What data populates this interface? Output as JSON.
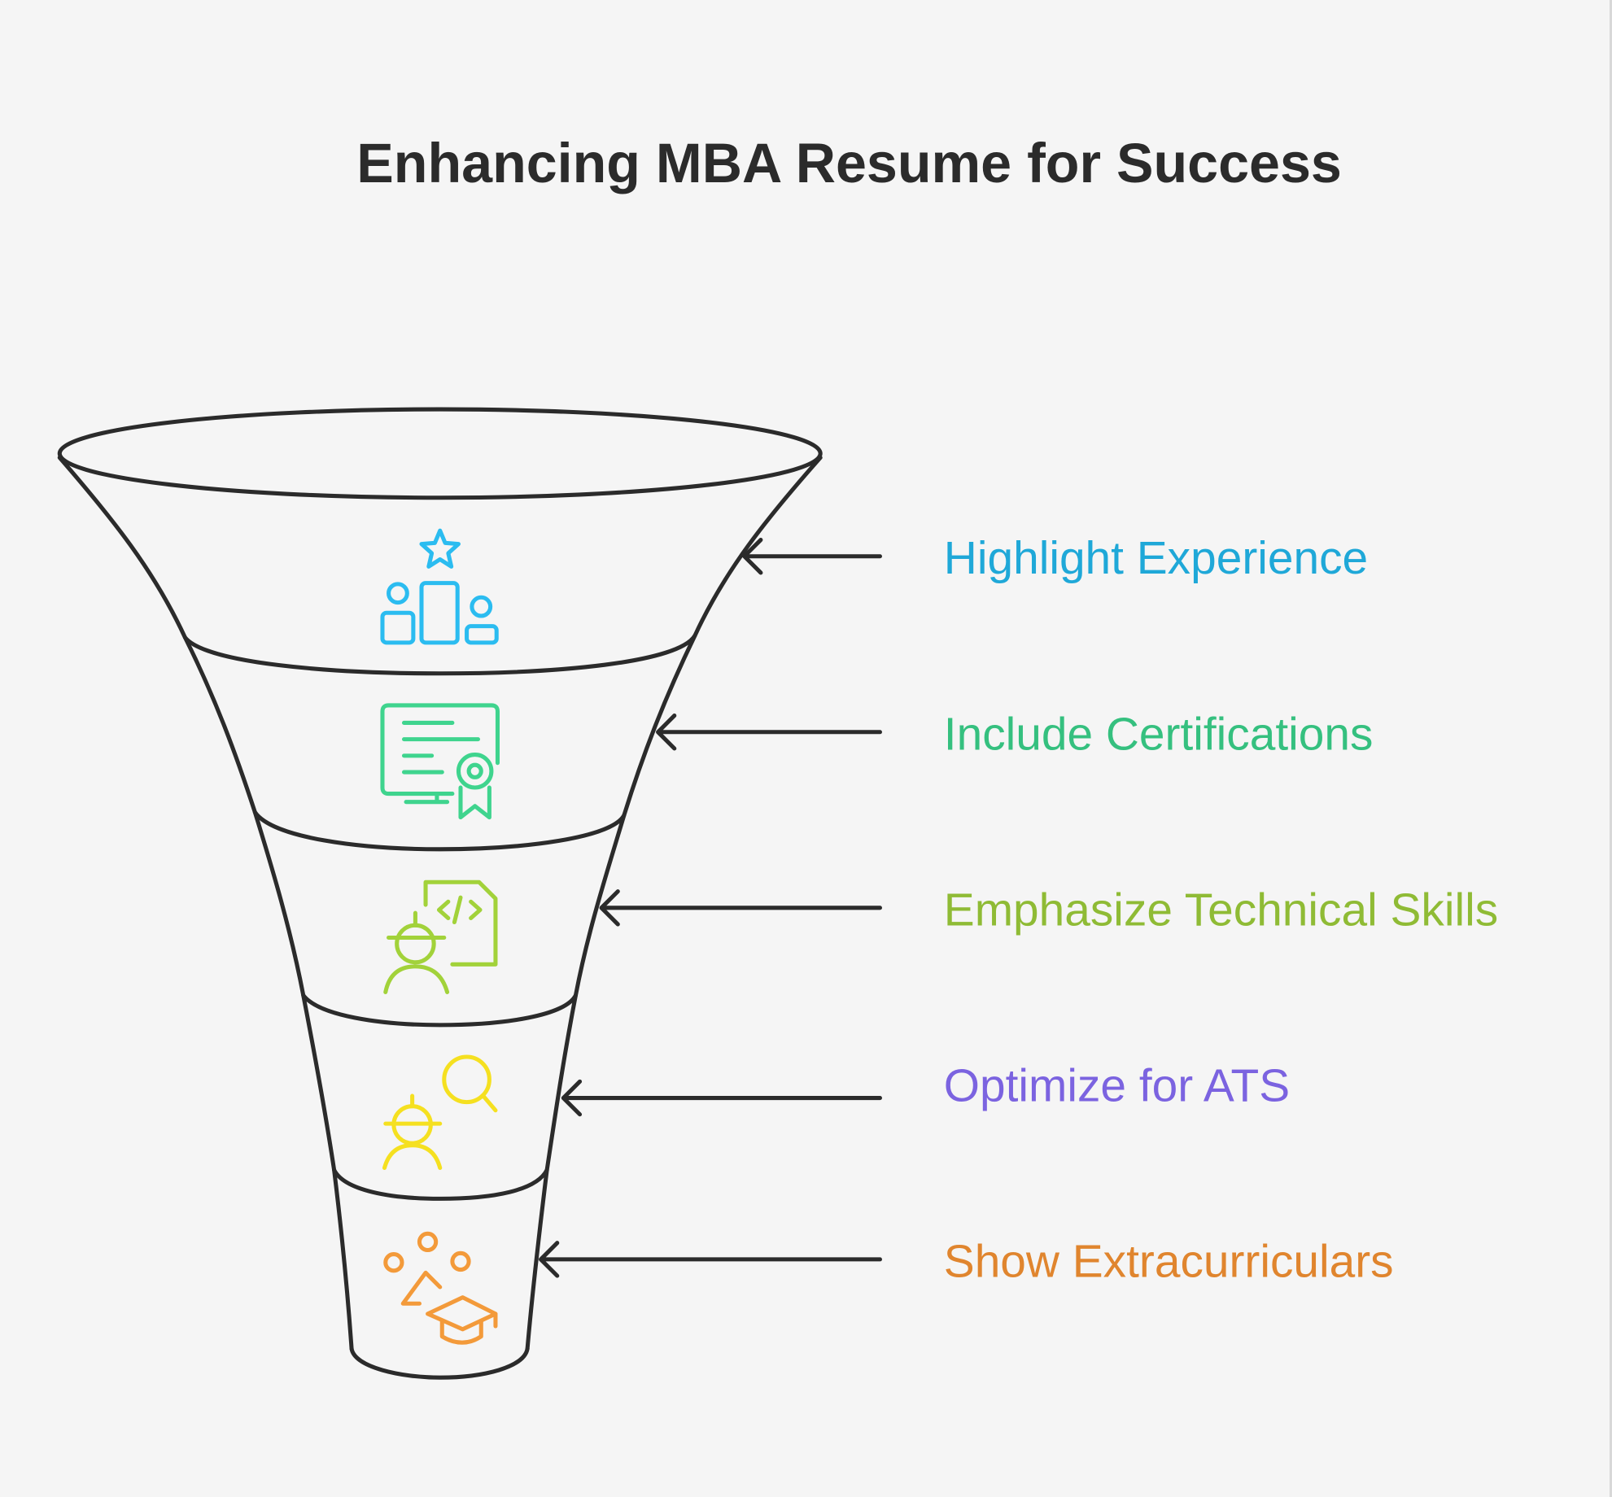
{
  "title": "Enhancing MBA Resume for Success",
  "stages": [
    {
      "label": "Highlight Experience",
      "icon": "podium-star-icon",
      "color": "#1fa8d8",
      "icon_color": "#2bbcf0"
    },
    {
      "label": "Include Certifications",
      "icon": "certificate-icon",
      "color": "#35c07f",
      "icon_color": "#3fd48e"
    },
    {
      "label": "Emphasize Technical Skills",
      "icon": "engineer-code-icon",
      "color": "#8fbb35",
      "icon_color": "#a2d23a"
    },
    {
      "label": "Optimize for ATS",
      "icon": "worker-search-icon",
      "color": "#7b63e0",
      "icon_color": "#f5e020"
    },
    {
      "label": "Show Extracurriculars",
      "icon": "graduation-activities-icon",
      "color": "#e0852e",
      "icon_color": "#f39a3a"
    }
  ]
}
